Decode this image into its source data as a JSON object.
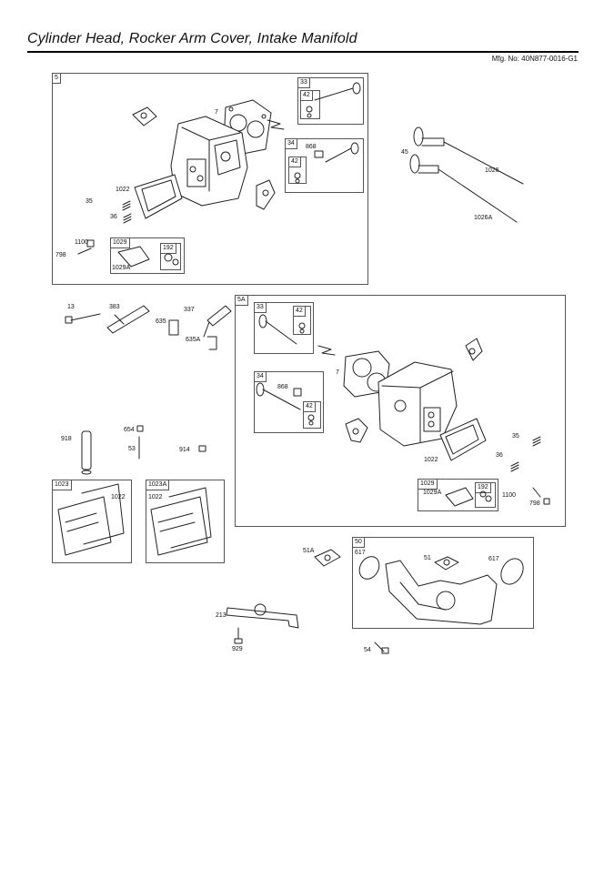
{
  "header": {
    "title": "Cylinder Head, Rocker Arm Cover, Intake Manifold",
    "mfg_no": "Mfg. No: 40N877-0016-G1"
  },
  "boxes": {
    "b5": "5",
    "b33a": "33",
    "b42a": "42",
    "b34a": "34",
    "b42b": "42",
    "b1029a": "1029",
    "b192a": "192",
    "b5A": "5A",
    "b33b": "33",
    "b42c": "42",
    "b34b": "34",
    "b42d": "42",
    "b1029b": "1029",
    "b192b": "192",
    "b1023": "1023",
    "b1023A": "1023A",
    "b50": "50"
  },
  "parts": {
    "p7a": "7",
    "p868a": "868",
    "p1022a": "1022",
    "p35a": "35",
    "p36a": "36",
    "p1100a": "1100",
    "p798a": "798",
    "p1029Aa": "1029A",
    "p45": "45",
    "p1026": "1026",
    "p1026A": "1026A",
    "p13": "13",
    "p383": "383",
    "p337": "337",
    "p635": "635",
    "p635A": "635A",
    "p7b": "7",
    "p868b": "868",
    "p1022b": "1022",
    "p35b": "35",
    "p36b": "36",
    "p1029Ab": "1029A",
    "p1100b": "1100",
    "p798b": "798",
    "p918": "918",
    "p654": "654",
    "p53": "53",
    "p914": "914",
    "p1022c": "1022",
    "p1022d": "1022",
    "p51A": "51A",
    "p617a": "617",
    "p51": "51",
    "p617b": "617",
    "p213": "213",
    "p929": "929",
    "p54": "54"
  }
}
